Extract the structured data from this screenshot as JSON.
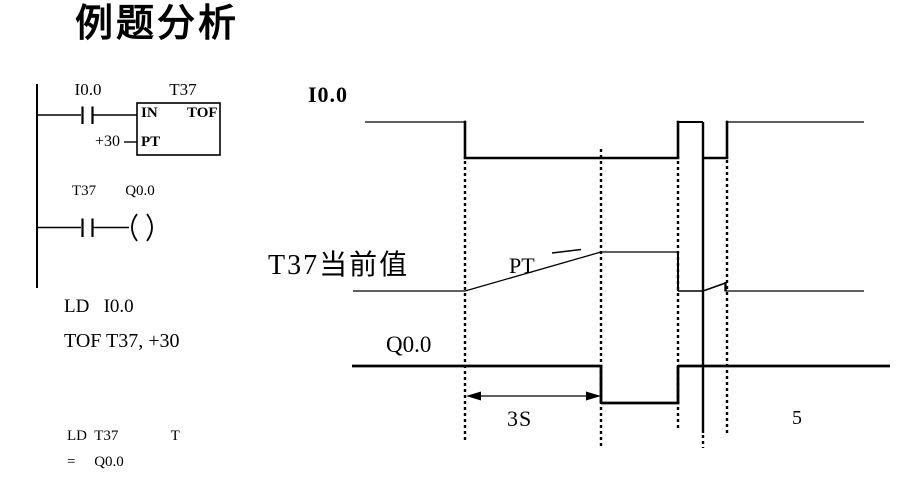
{
  "title": "例题分析",
  "ladder": {
    "rung1": {
      "contact_label": "I0.0",
      "timer_name": "T37",
      "in_label": "IN",
      "type_label": "TOF",
      "pt_label": "PT",
      "preset_value": "+30"
    },
    "rung2": {
      "contact_label": "T37",
      "coil_label": "Q0.0"
    }
  },
  "statement_list": {
    "line1": "LD   I0.0",
    "line2": "TOF T37, +30",
    "line3": "LD  T37              T",
    "line4": "=     Q0.0"
  },
  "timing_diagram": {
    "input_label": "I0.0",
    "current_value_label": "T37当前值",
    "preset_label": "PT",
    "output_label": "Q0.0",
    "interval_label": "3S",
    "note_label": "5"
  },
  "colors": {
    "ink": "#000000",
    "background": "#ffffff"
  }
}
